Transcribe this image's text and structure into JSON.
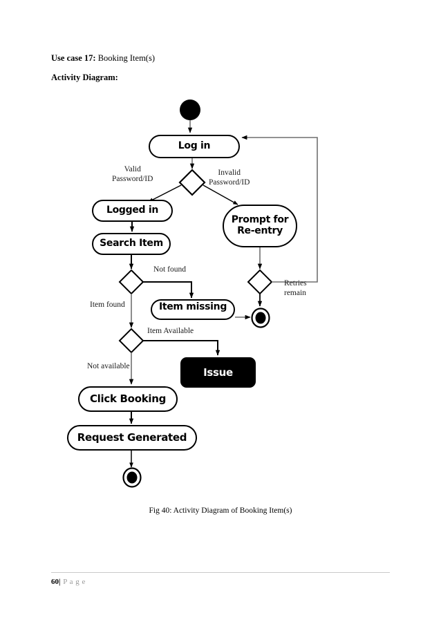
{
  "page": {
    "usecase_prefix": "Use case 17:",
    "usecase_title": " Booking Item(s)",
    "section_label": "Activity Diagram:",
    "caption": "Fig 40: Activity Diagram of Booking Item(s)",
    "footer_page_number": "60",
    "footer_separator": "|",
    "footer_word": "P a g e"
  },
  "diagram": {
    "type": "uml-activity-diagram",
    "nodes": [
      {
        "id": "start",
        "kind": "initial-node",
        "label": ""
      },
      {
        "id": "login",
        "kind": "action",
        "label": "Log in"
      },
      {
        "id": "decision-login",
        "kind": "decision",
        "label": ""
      },
      {
        "id": "logged-in",
        "kind": "action",
        "label": "Logged in"
      },
      {
        "id": "search-item",
        "kind": "action",
        "label": "Search Item"
      },
      {
        "id": "prompt-reentry",
        "kind": "action",
        "label": "Prompt for Re-entry",
        "line1": "Prompt for",
        "line2": "Re-entry"
      },
      {
        "id": "decision-found",
        "kind": "decision",
        "label": ""
      },
      {
        "id": "decision-retries",
        "kind": "decision",
        "label": ""
      },
      {
        "id": "item-missing",
        "kind": "action",
        "label": "Item missing"
      },
      {
        "id": "end-missing",
        "kind": "final-node",
        "label": ""
      },
      {
        "id": "decision-avail",
        "kind": "decision",
        "label": ""
      },
      {
        "id": "issue",
        "kind": "action-filled",
        "label": "Issue"
      },
      {
        "id": "click-booking",
        "kind": "action",
        "label": "Click Booking"
      },
      {
        "id": "request-generated",
        "kind": "action",
        "label": "Request Generated"
      },
      {
        "id": "end-final",
        "kind": "final-node",
        "label": ""
      }
    ],
    "edge_labels": [
      {
        "id": "valid-password",
        "line1": "Valid",
        "line2": "Password/ID"
      },
      {
        "id": "invalid-password",
        "line1": "Invalid",
        "line2": "Password/ID"
      },
      {
        "id": "not-found",
        "line1": "Not found",
        "line2": ""
      },
      {
        "id": "item-found",
        "line1": "Item found",
        "line2": ""
      },
      {
        "id": "retries-remain",
        "line1": "Retries",
        "line2": "remain"
      },
      {
        "id": "item-available",
        "line1": "Item Available",
        "line2": ""
      },
      {
        "id": "not-available",
        "line1": "Not available",
        "line2": ""
      }
    ],
    "colors": {
      "stroke": "#000000",
      "fill": "#ffffff",
      "filled_node": "#000000",
      "filled_node_text": "#ffffff",
      "thin_connector": "#6f6f6f"
    }
  }
}
